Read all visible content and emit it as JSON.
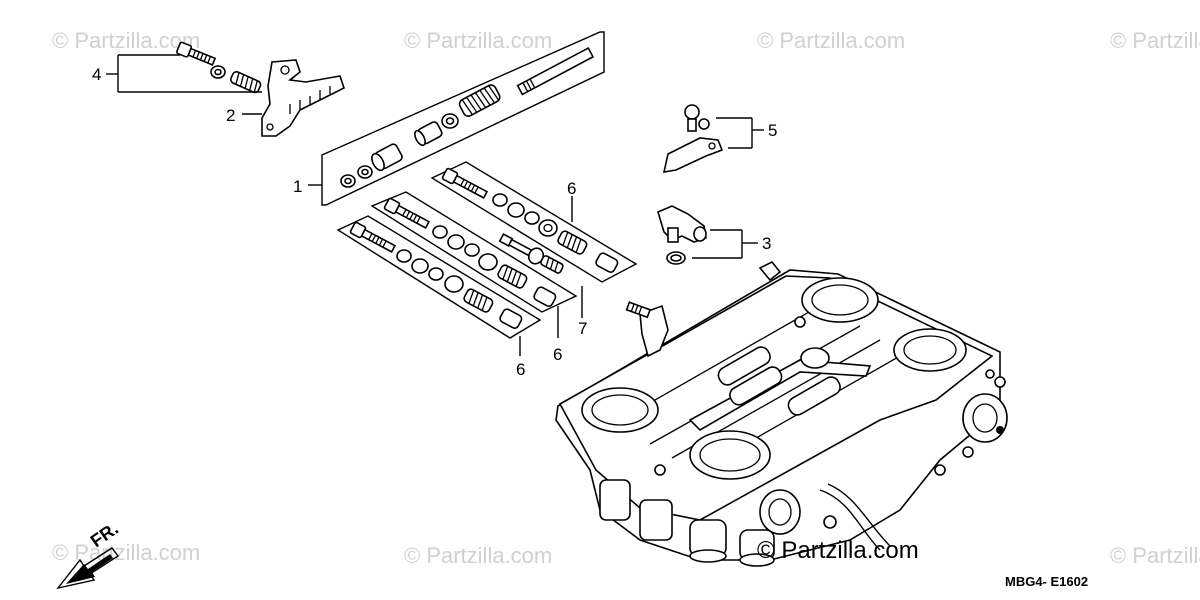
{
  "watermark": {
    "text": "© Partzilla.com",
    "main_text": "© Partzilla.com",
    "color": "#d0d0d0"
  },
  "diagram": {
    "code": "MBG4- E1602",
    "direction_label": "FR.",
    "callouts": {
      "c1": "1",
      "c2": "2",
      "c3": "3",
      "c4": "4",
      "c5": "5",
      "c6a": "6",
      "c6b": "6",
      "c6c": "6",
      "c7": "7"
    }
  }
}
